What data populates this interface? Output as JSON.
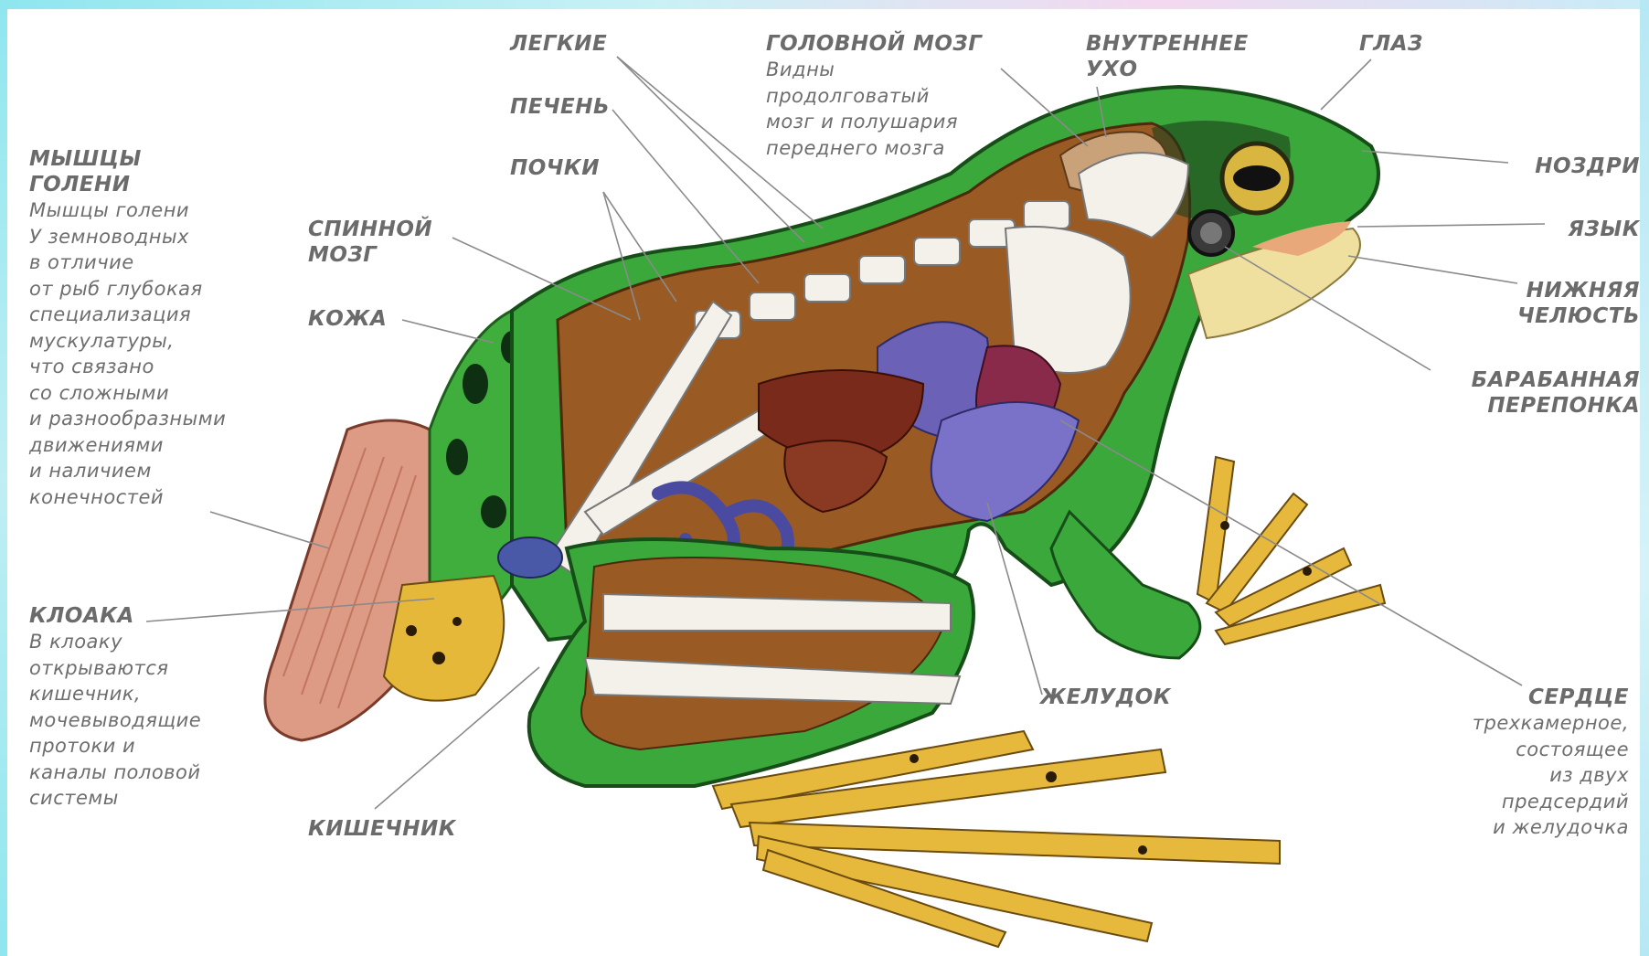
{
  "labels": {
    "lungs": "ЛЕГКИЕ",
    "liver": "ПЕЧЕНЬ",
    "kidneys": "ПОЧКИ",
    "brain_title": "ГОЛОВНОЙ МОЗГ",
    "brain_desc": [
      "Видны",
      "продолговатый",
      "мозг и полушария",
      "переднего мозга"
    ],
    "inner_ear": [
      "ВНУТРЕННЕЕ",
      "УХО"
    ],
    "eye": "ГЛАЗ",
    "nostrils": "НОЗДРИ",
    "tongue": "ЯЗЫК",
    "lower_jaw": [
      "НИЖНЯЯ",
      "ЧЕЛЮСТЬ"
    ],
    "eardrum": [
      "БАРАБАННАЯ",
      "ПЕРЕПОНКА"
    ],
    "spinal_cord": [
      "СПИННОЙ",
      "МОЗГ"
    ],
    "skin": "КОЖА",
    "shin_muscles_title": [
      "МЫШЦЫ",
      "ГОЛЕНИ"
    ],
    "shin_muscles_desc": [
      "Мышцы голени",
      "У земноводных",
      "в отличие",
      "от рыб глубокая",
      "специализация",
      "мускулатуры,",
      "что связано",
      "со сложными",
      "и разнообразными",
      "движениями",
      "и наличием",
      "конечностей"
    ],
    "cloaca_title": "КЛОАКА",
    "cloaca_desc": [
      "В клоаку",
      "открываются",
      "кишечник,",
      "мочевыводящие",
      "протоки и",
      "каналы половой",
      "системы"
    ],
    "intestine": "КИШЕЧНИК",
    "stomach": "ЖЕЛУДОК",
    "heart_title": "СЕРДЦЕ",
    "heart_desc": [
      "трехкамерное,",
      "состоящее",
      "из двух",
      "предсердий",
      "и желудочка"
    ]
  },
  "colors": {
    "skin_green": "#3aa83a",
    "body_cavity": "#9a5a24",
    "bone": "#f4f1ea",
    "organs_purple": "#6b62b8",
    "liver_red": "#8a3a22",
    "spots_yellow": "#e6b93c",
    "muscle_pink": "#e09a84",
    "label_gray": "#6b6b6b"
  }
}
